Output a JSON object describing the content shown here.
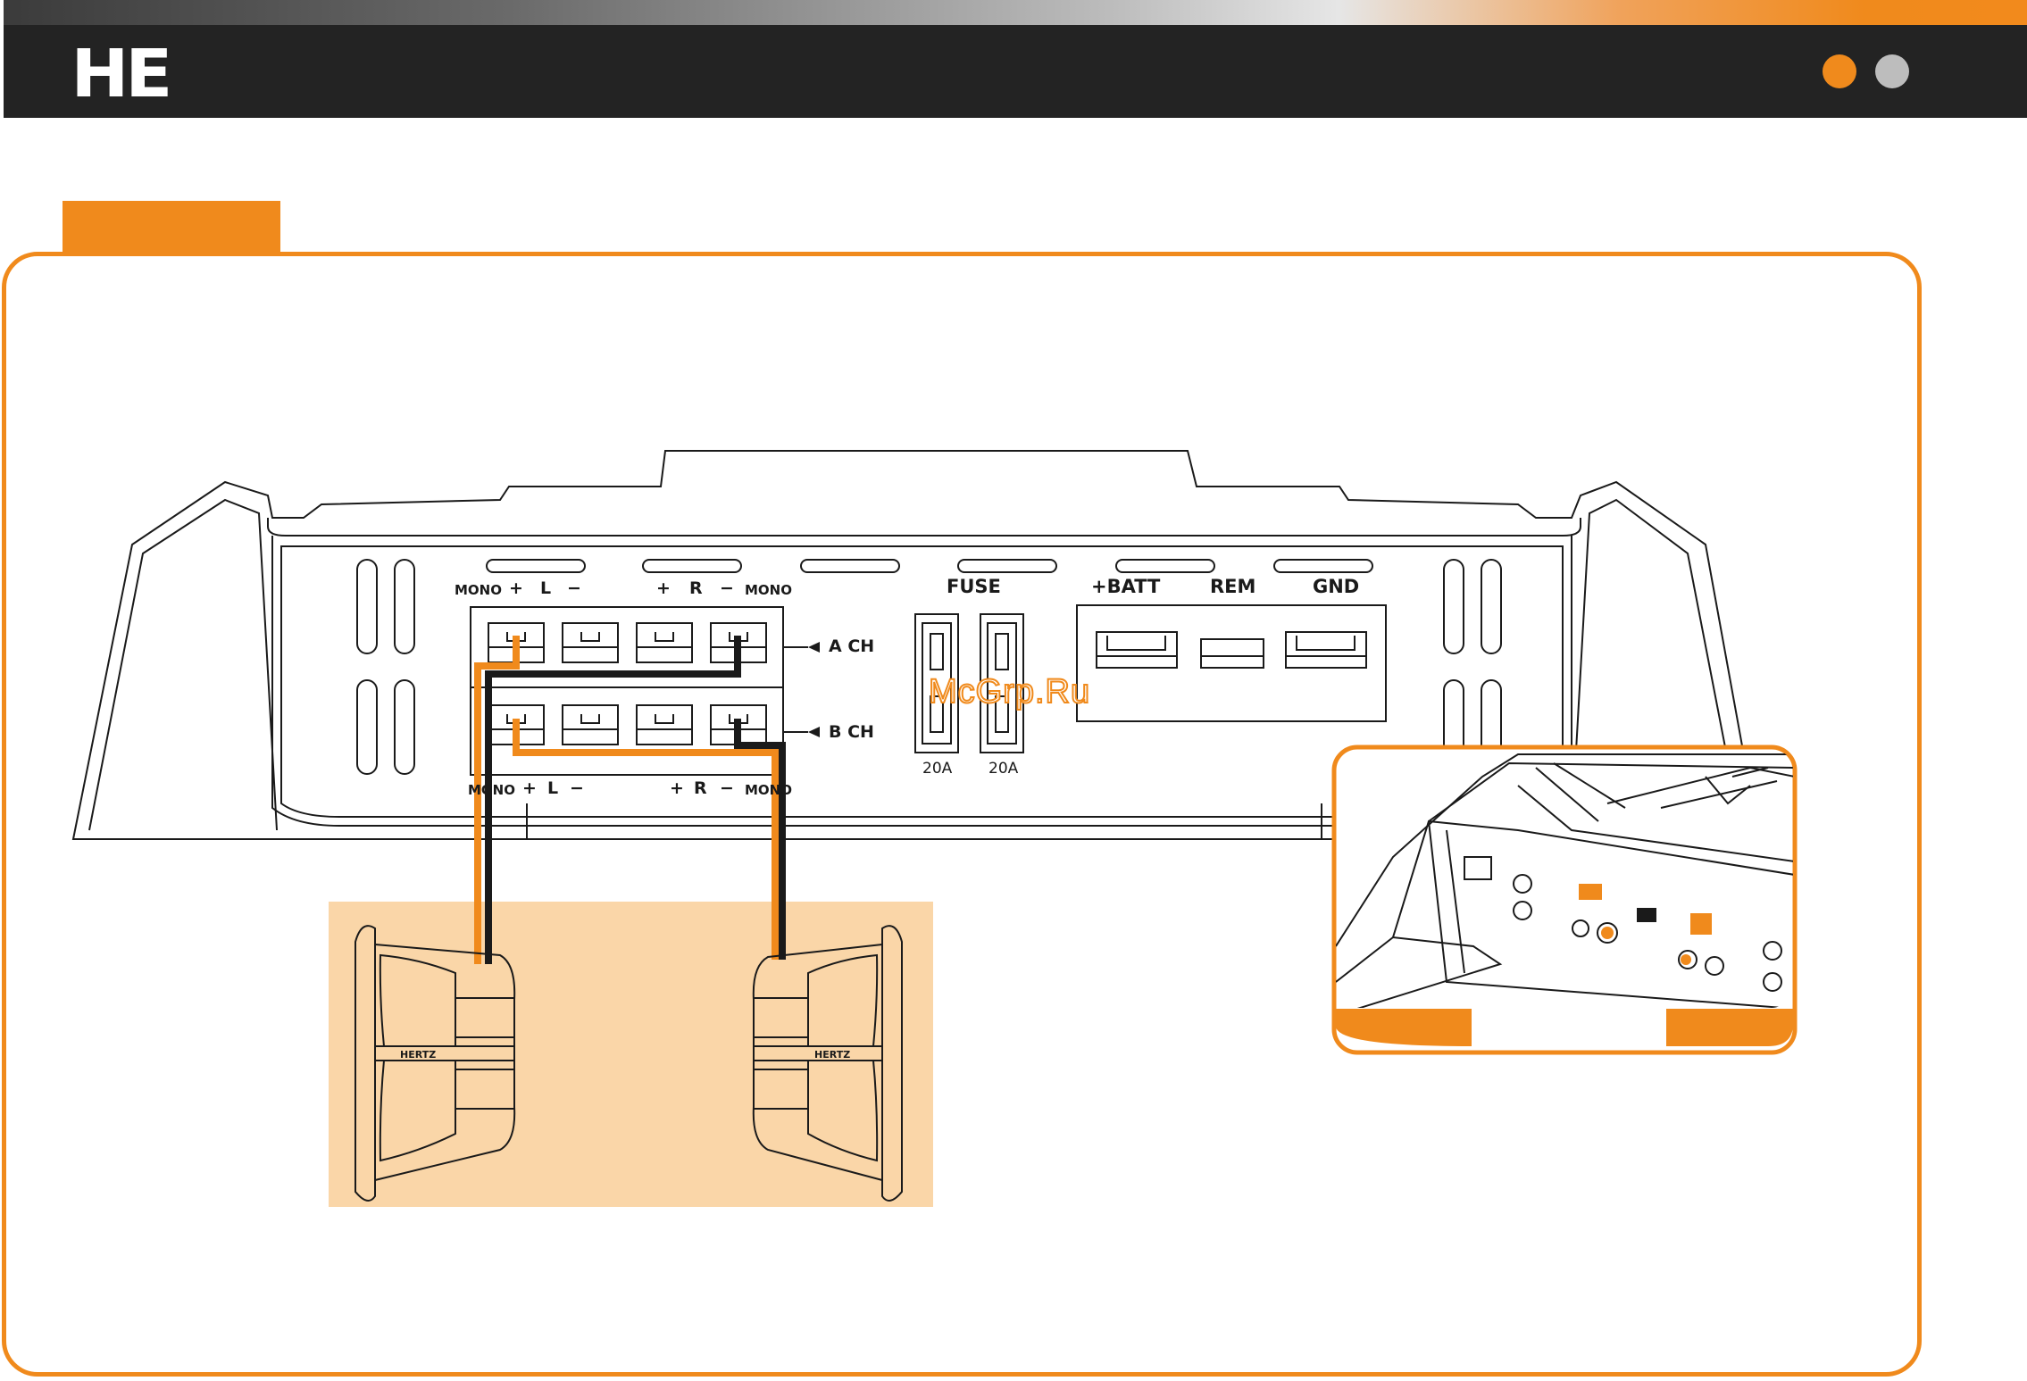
{
  "header": {
    "logo_text": "HE",
    "brand_color": "#232323",
    "accent_color": "#f08a1c",
    "page_indicator": [
      "active",
      "inactive"
    ]
  },
  "watermark": "McGrp.Ru",
  "amplifier": {
    "top_left_labels": {
      "mono": "MONO",
      "plus": "+",
      "l": "L",
      "minus": "−"
    },
    "top_right_labels": {
      "plus": "+",
      "r": "R",
      "minus": "−",
      "mono": "MONO"
    },
    "bottom_left_labels": {
      "mono": "MONO",
      "plus": "+",
      "l": "L",
      "minus": "−"
    },
    "bottom_right_labels": {
      "plus": "+",
      "r": "R",
      "minus": "−",
      "mono": "MONO"
    },
    "channel_a": "A CH",
    "channel_b": "B CH",
    "fuse_label": "FUSE",
    "fuse_ratings": [
      "20A",
      "20A"
    ],
    "power_labels": {
      "batt": "+BATT",
      "rem": "REM",
      "gnd": "GND"
    }
  },
  "speakers": {
    "brand_left": "HERTZ",
    "brand_right": "HERTZ"
  },
  "colors": {
    "wire_positive": "#f08a1c",
    "wire_negative": "#1a1a1a",
    "speaker_panel": "#fad6a8"
  }
}
